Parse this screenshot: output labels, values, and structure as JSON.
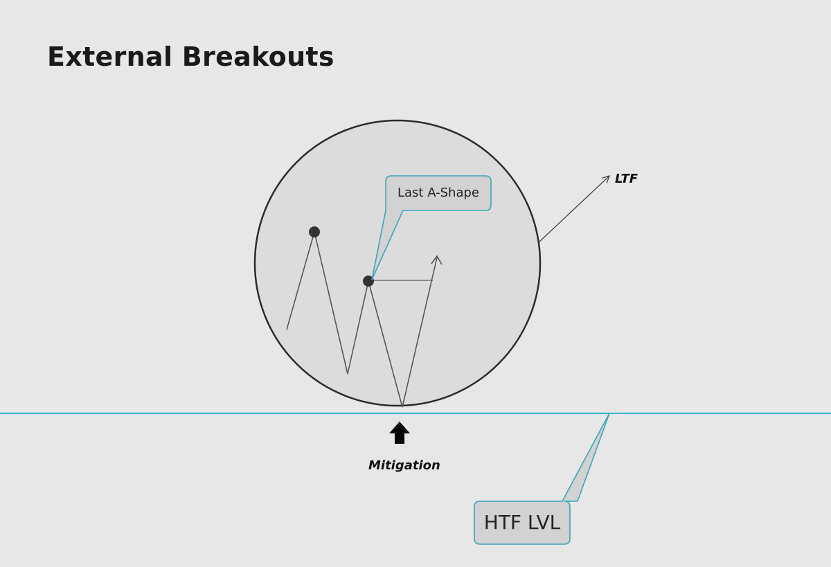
{
  "title": "External Breakouts",
  "labels": {
    "last_a_shape": "Last A-Shape",
    "ltf": "LTF",
    "mitigation": "Mitigation",
    "htf_lvl": "HTF LVL"
  },
  "colors": {
    "background": "#e7e7e7",
    "circle_fill": "#dcdcdc",
    "circle_stroke": "#2b2b2b",
    "htf_line": "#3ab4c8",
    "callout_fill": "#d2d2d2",
    "callout_stroke": "#3aa6b6",
    "price_path": "#555555",
    "swing_point": "#333333",
    "arrow": "#000000"
  }
}
